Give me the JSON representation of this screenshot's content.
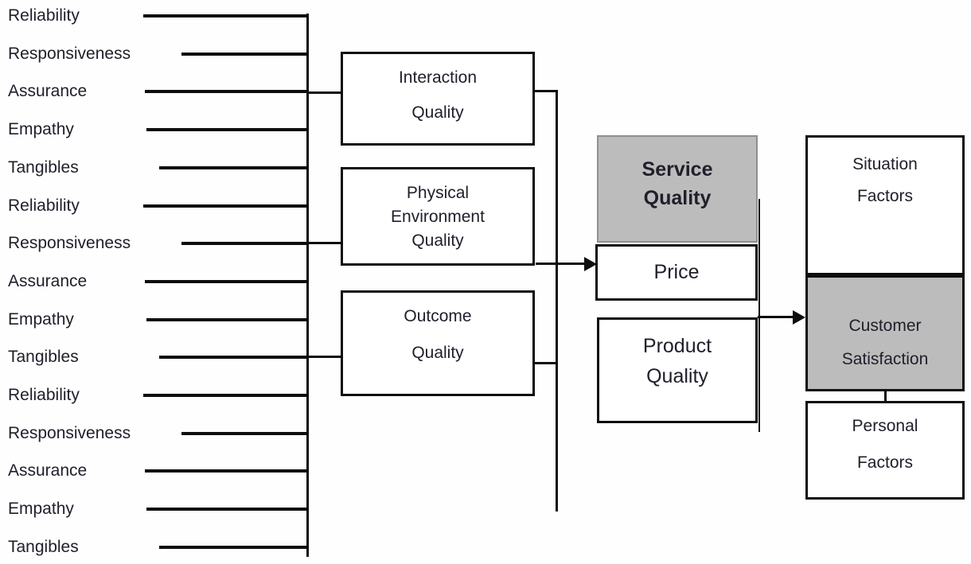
{
  "diagram": {
    "dimension_labels": [
      "Reliability",
      "Responsiveness",
      "Assurance",
      "Empathy",
      "Tangibles",
      "Reliability",
      "Responsiveness",
      "Assurance",
      "Empathy",
      "Tangibles",
      "Reliability",
      "Responsiveness",
      "Assurance",
      "Empathy",
      "Tangibles"
    ],
    "boxes": {
      "interaction_quality": {
        "line1": "Interaction",
        "line2": "Quality"
      },
      "physical_environment_quality": {
        "line1": "Physical",
        "line2": "Environment",
        "line3": "Quality"
      },
      "outcome_quality": {
        "line1": "Outcome",
        "line2": "Quality"
      },
      "service_quality": {
        "line1": "Service",
        "line2": "Quality"
      },
      "price": {
        "label": "Price"
      },
      "product_quality": {
        "line1": "Product",
        "line2": "Quality"
      },
      "situation_factors": {
        "line1": "Situation",
        "line2": "Factors"
      },
      "customer_satisfaction": {
        "line1": "Customer",
        "line2": "Satisfaction"
      },
      "personal_factors": {
        "line1": "Personal",
        "line2": "Factors"
      }
    },
    "colors": {
      "highlight_fill": "#bcbcbc",
      "line_color": "#0e0e0e",
      "text_color": "#20202c",
      "background": "#fefefe"
    }
  }
}
